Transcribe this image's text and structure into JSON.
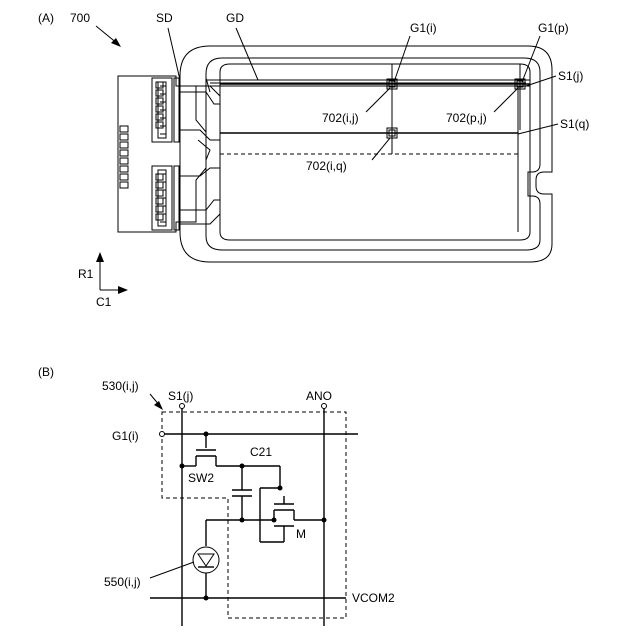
{
  "part_a": {
    "label": "(A)",
    "ref": "700",
    "labels": {
      "sd": "SD",
      "gd": "GD",
      "g1i": "G1(i)",
      "g1p": "G1(p)",
      "s1j": "S1(j)",
      "s1q": "S1(q)",
      "p702ij": "702(i,j)",
      "p702pj": "702(p,j)",
      "p702iq": "702(i,q)",
      "r1": "R1",
      "c1": "C1"
    }
  },
  "part_b": {
    "label": "(B)",
    "labels": {
      "cell": "530(i,j)",
      "s1j": "S1(j)",
      "ano": "ANO",
      "g1i": "G1(i)",
      "c21": "C21",
      "sw2": "SW2",
      "m": "M",
      "led": "550(i,j)",
      "vcom2": "VCOM2"
    }
  }
}
